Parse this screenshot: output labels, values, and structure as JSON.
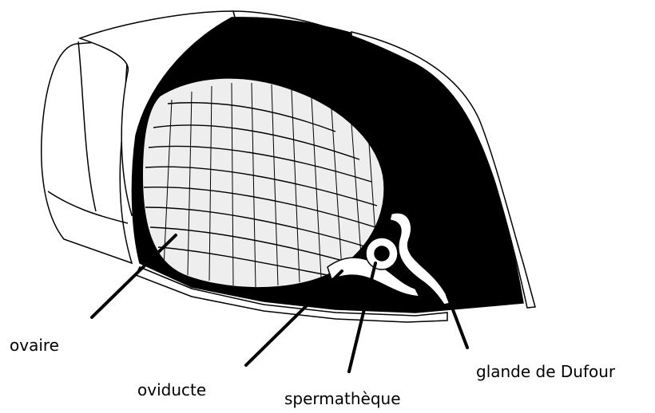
{
  "labels": {
    "ovaire": "ovaire",
    "oviducte": "oviducte",
    "spermatheque": "spermathèque",
    "glande_dufour": "glande de Dufour"
  },
  "colors": {
    "background": "#ffffff",
    "ink": "#000000",
    "cavity": "#000000",
    "egg_fill": "#eeeeee"
  }
}
